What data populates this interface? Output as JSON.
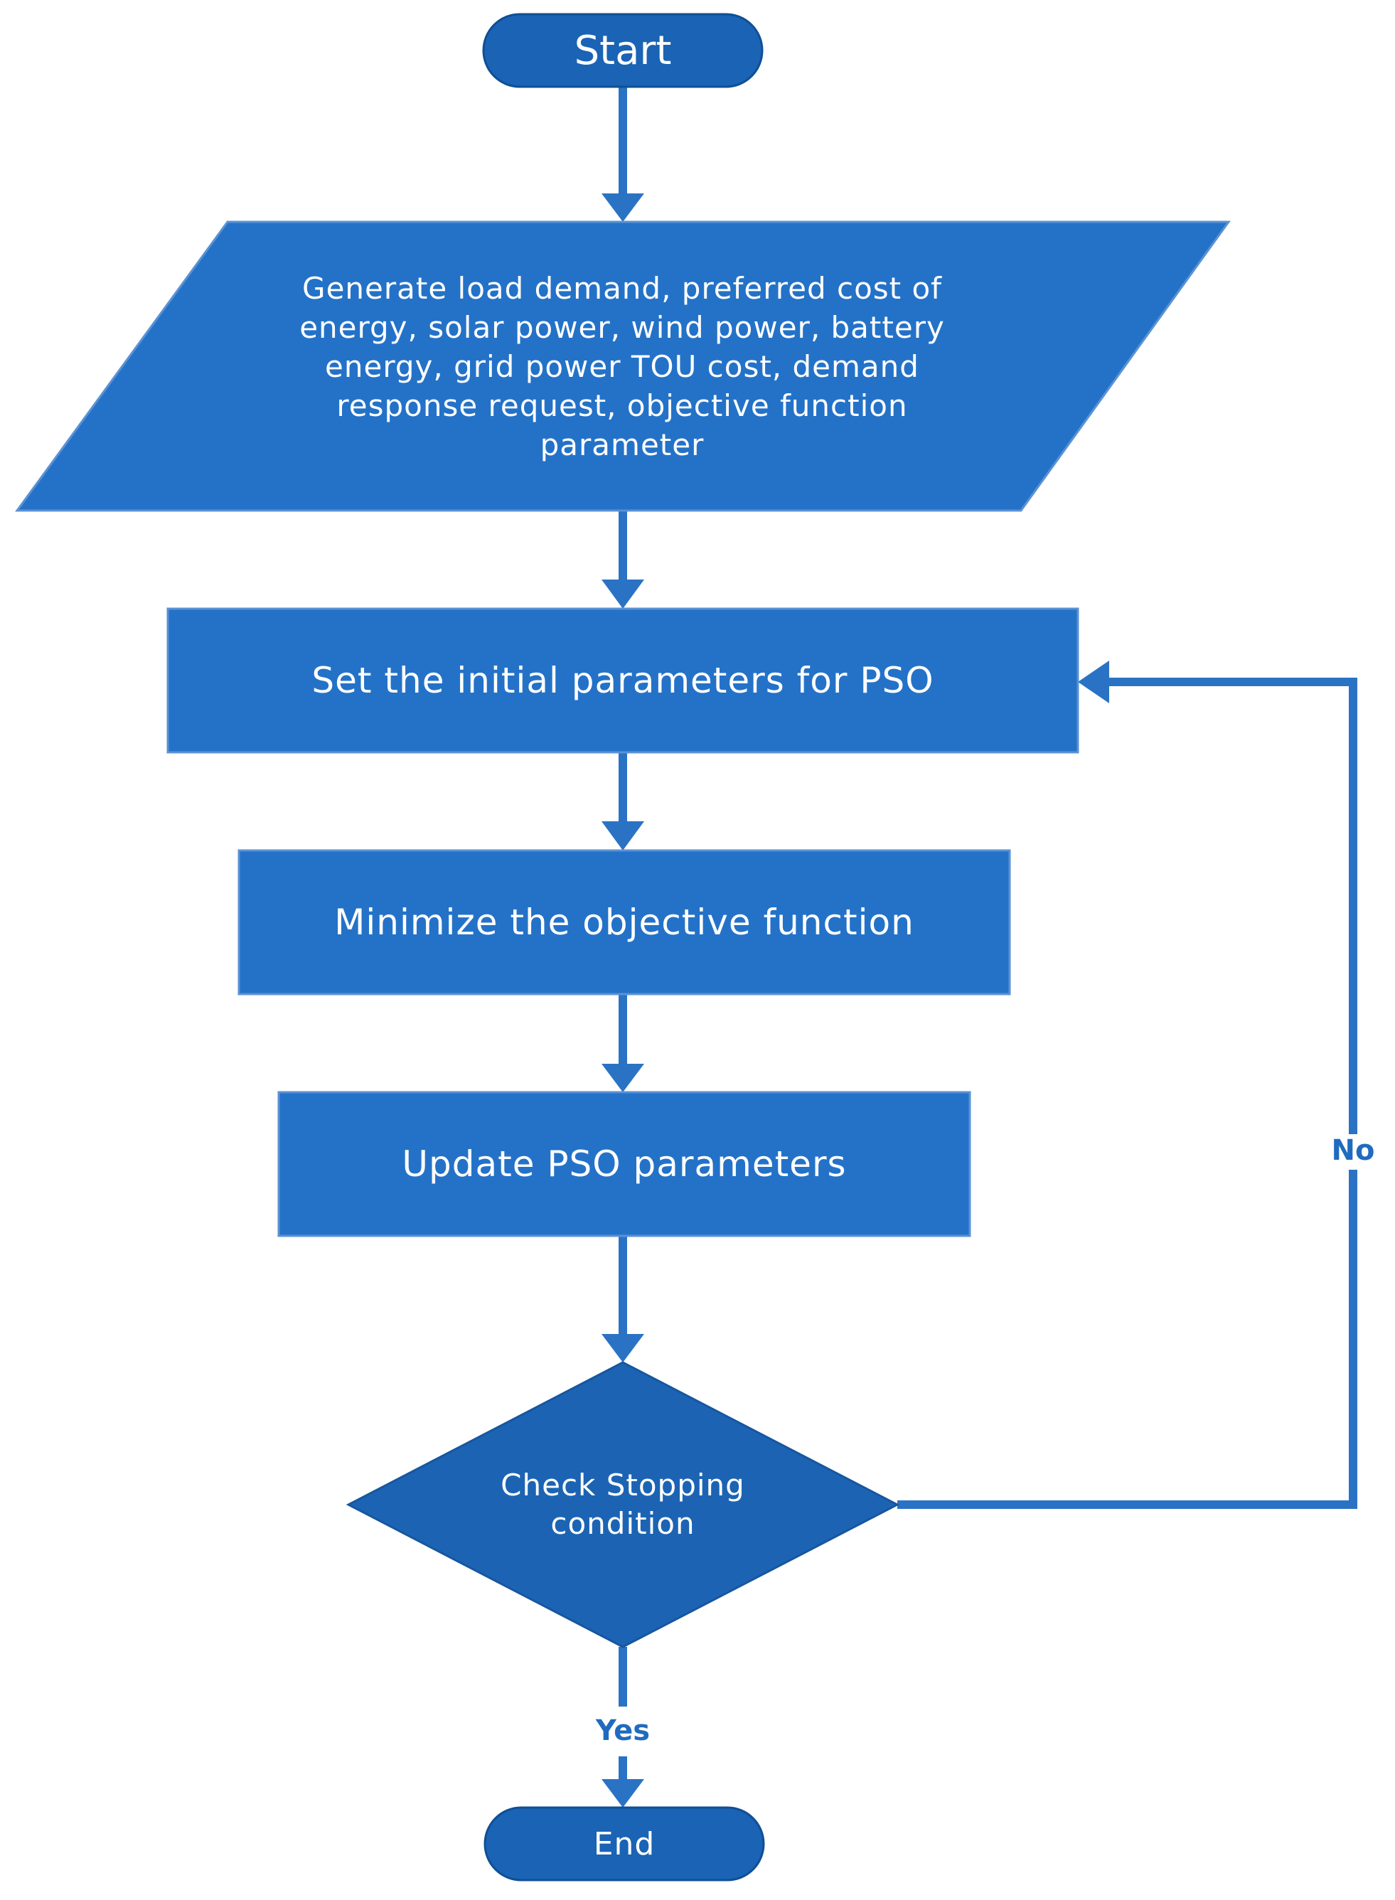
{
  "colors": {
    "box_fill": "#2472c8",
    "box_stroke": "#5b92d4",
    "terminal_fill": "#1a63b5",
    "terminal_stroke": "#0f4f95",
    "decision_fill": "#1c64b3",
    "arrow": "#2a73c4",
    "label": "#1f6bbf",
    "text": "#ffffff"
  },
  "nodes": {
    "start": "Start",
    "input": "Generate load demand, preferred cost of energy, solar power, wind power, battery energy, grid power TOU cost, demand response request, objective function parameter",
    "set_params": "Set the initial parameters for PSO",
    "minimize": "Minimize the objective function",
    "update": "Update PSO parameters",
    "decision": "Check Stopping condition",
    "end": "End"
  },
  "edges": {
    "no_label": "No",
    "yes_label": "Yes"
  }
}
